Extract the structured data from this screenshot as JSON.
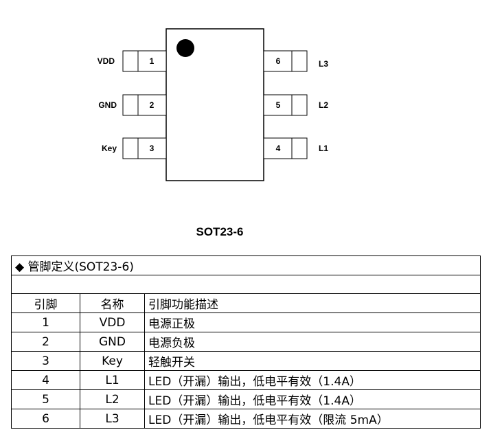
{
  "diagram": {
    "left_pins": [
      {
        "name": "VDD",
        "number": "1"
      },
      {
        "name": "GND",
        "number": "2"
      },
      {
        "name": "Key",
        "number": "3"
      }
    ],
    "right_pins": [
      {
        "name": "L3",
        "number": "6"
      },
      {
        "name": "L2",
        "number": "5"
      },
      {
        "name": "L1",
        "number": "4"
      }
    ],
    "package_caption": "SOT23-6"
  },
  "table": {
    "title_marker": "◆",
    "title": "管脚定义(SOT23-6)",
    "headers": [
      "引脚",
      "名称",
      "引脚功能描述"
    ],
    "rows": [
      [
        "1",
        "VDD",
        "电源正极"
      ],
      [
        "2",
        "GND",
        "电源负极"
      ],
      [
        "3",
        "Key",
        "轻触开关"
      ],
      [
        "4",
        "L1",
        "LED（开漏）输出，低电平有效（1.4A）"
      ],
      [
        "5",
        "L2",
        "LED（开漏）输出，低电平有效（1.4A）"
      ],
      [
        "6",
        "L3",
        "LED（开漏）输出，低电平有效（限流 5mA）"
      ]
    ]
  }
}
